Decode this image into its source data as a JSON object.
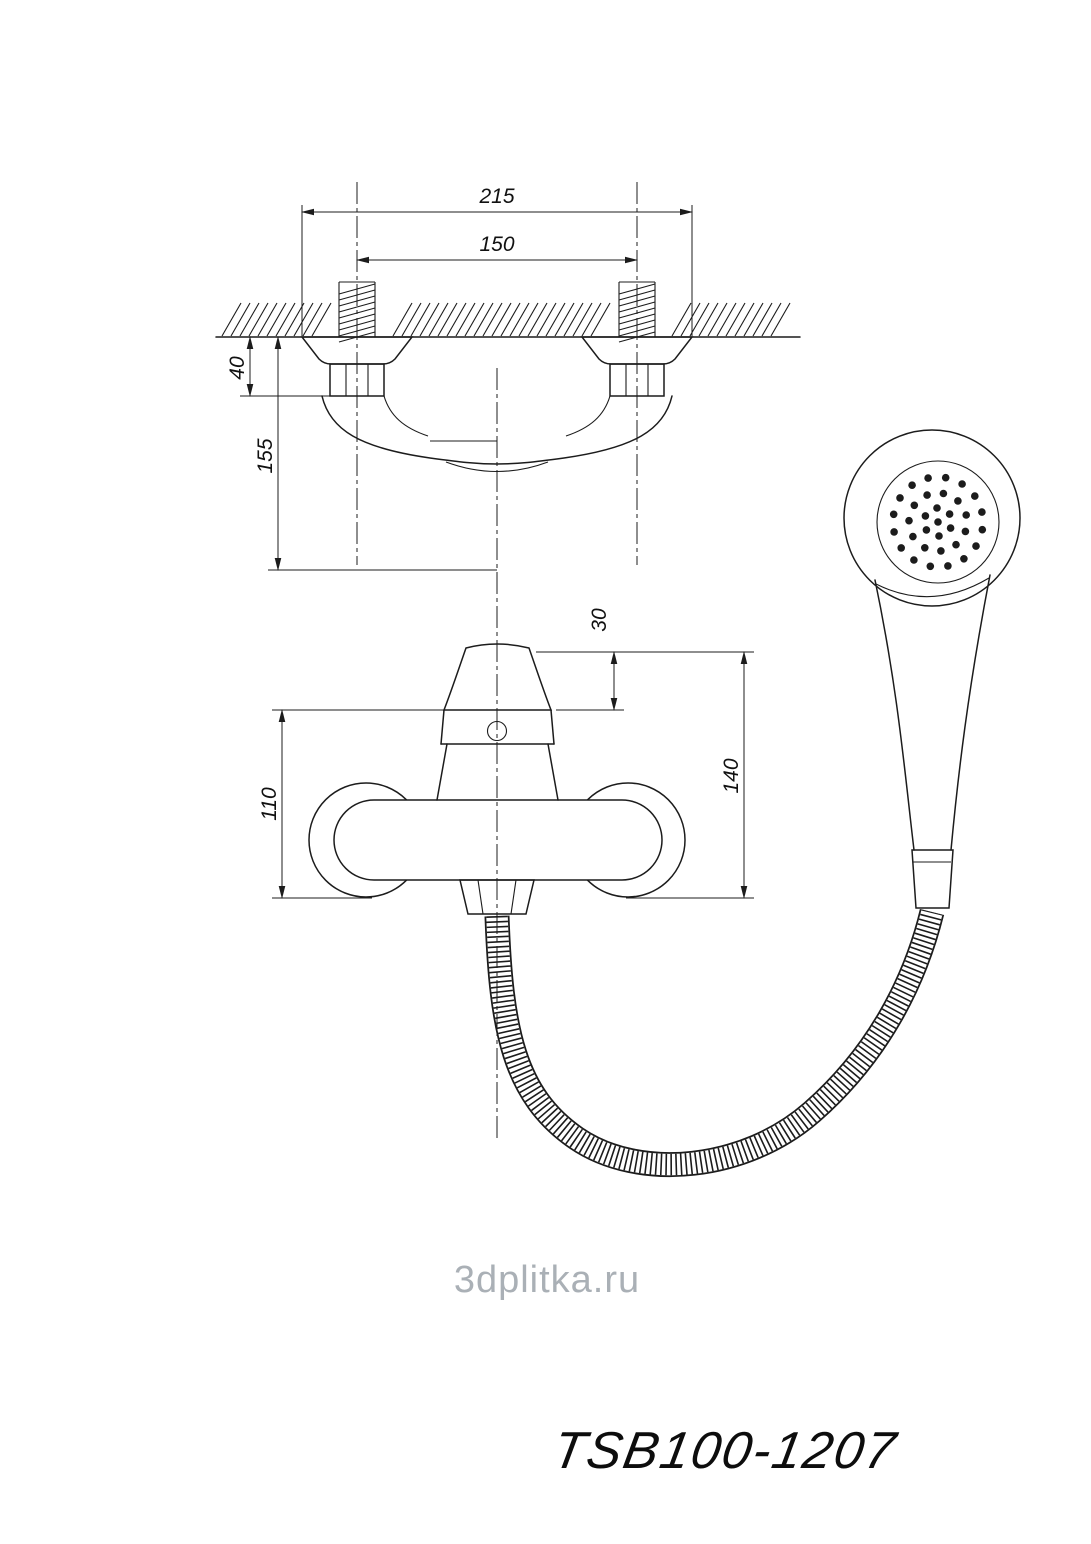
{
  "drawing": {
    "model": "TSB100-1207",
    "watermark": "3dplitka.ru",
    "dimensions": {
      "outer_width": "215",
      "pipe_spacing": "150",
      "wall_to_nut": "40",
      "wall_to_front": "155",
      "handle_height": "30",
      "body_height": "110",
      "overall_height": "140"
    }
  }
}
